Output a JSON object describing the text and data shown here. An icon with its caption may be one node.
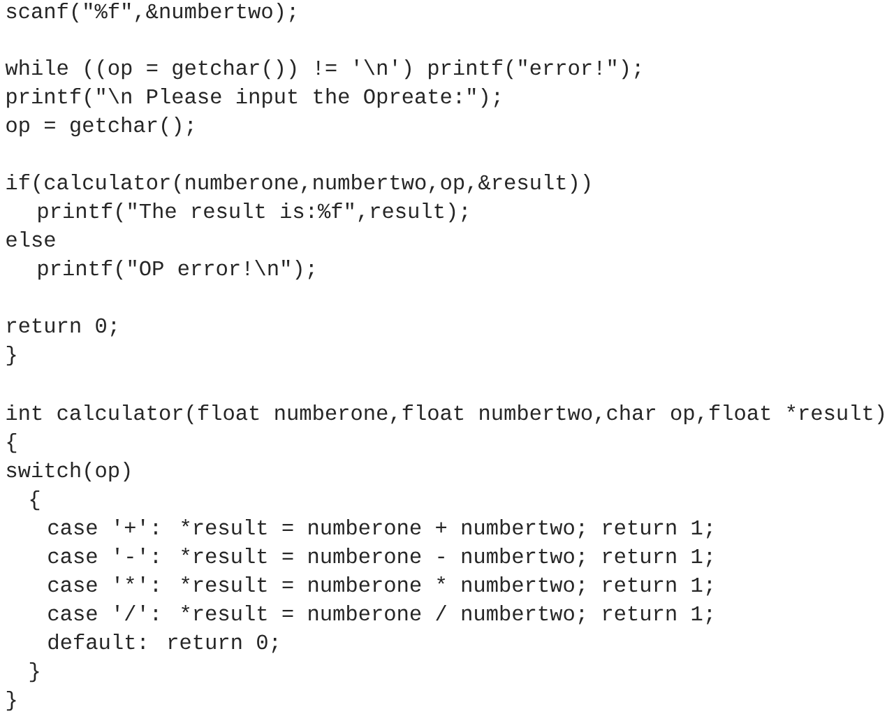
{
  "diagram": {
    "labels": [
      "scanf(\"%f\",&numbertwo);",
      "while ((op = getchar()) != '\\n')  printf(\"error!\");",
      "printf(\"\\n Please input the Opreate:\");",
      "op = getchar();",
      "if(calculator(numberone,numbertwo,op,&result))",
      "printf(\"The result is:%f\",result);",
      "else",
      "printf(\"OP error!\\n\");",
      "return 0;",
      "}",
      "int calculator(float numberone,float numbertwo,char op,float *result)",
      "{",
      "switch(op)",
      "{",
      "case '+': *result = numberone + numbertwo; return 1;",
      "case '-': *result = numberone - numbertwo; return 1;",
      "case '*': *result = numberone * numbertwo; return 1;",
      "case '/': *result = numberone / numbertwo; return 1;",
      "default:  return 0;",
      "}",
      "}"
    ]
  }
}
